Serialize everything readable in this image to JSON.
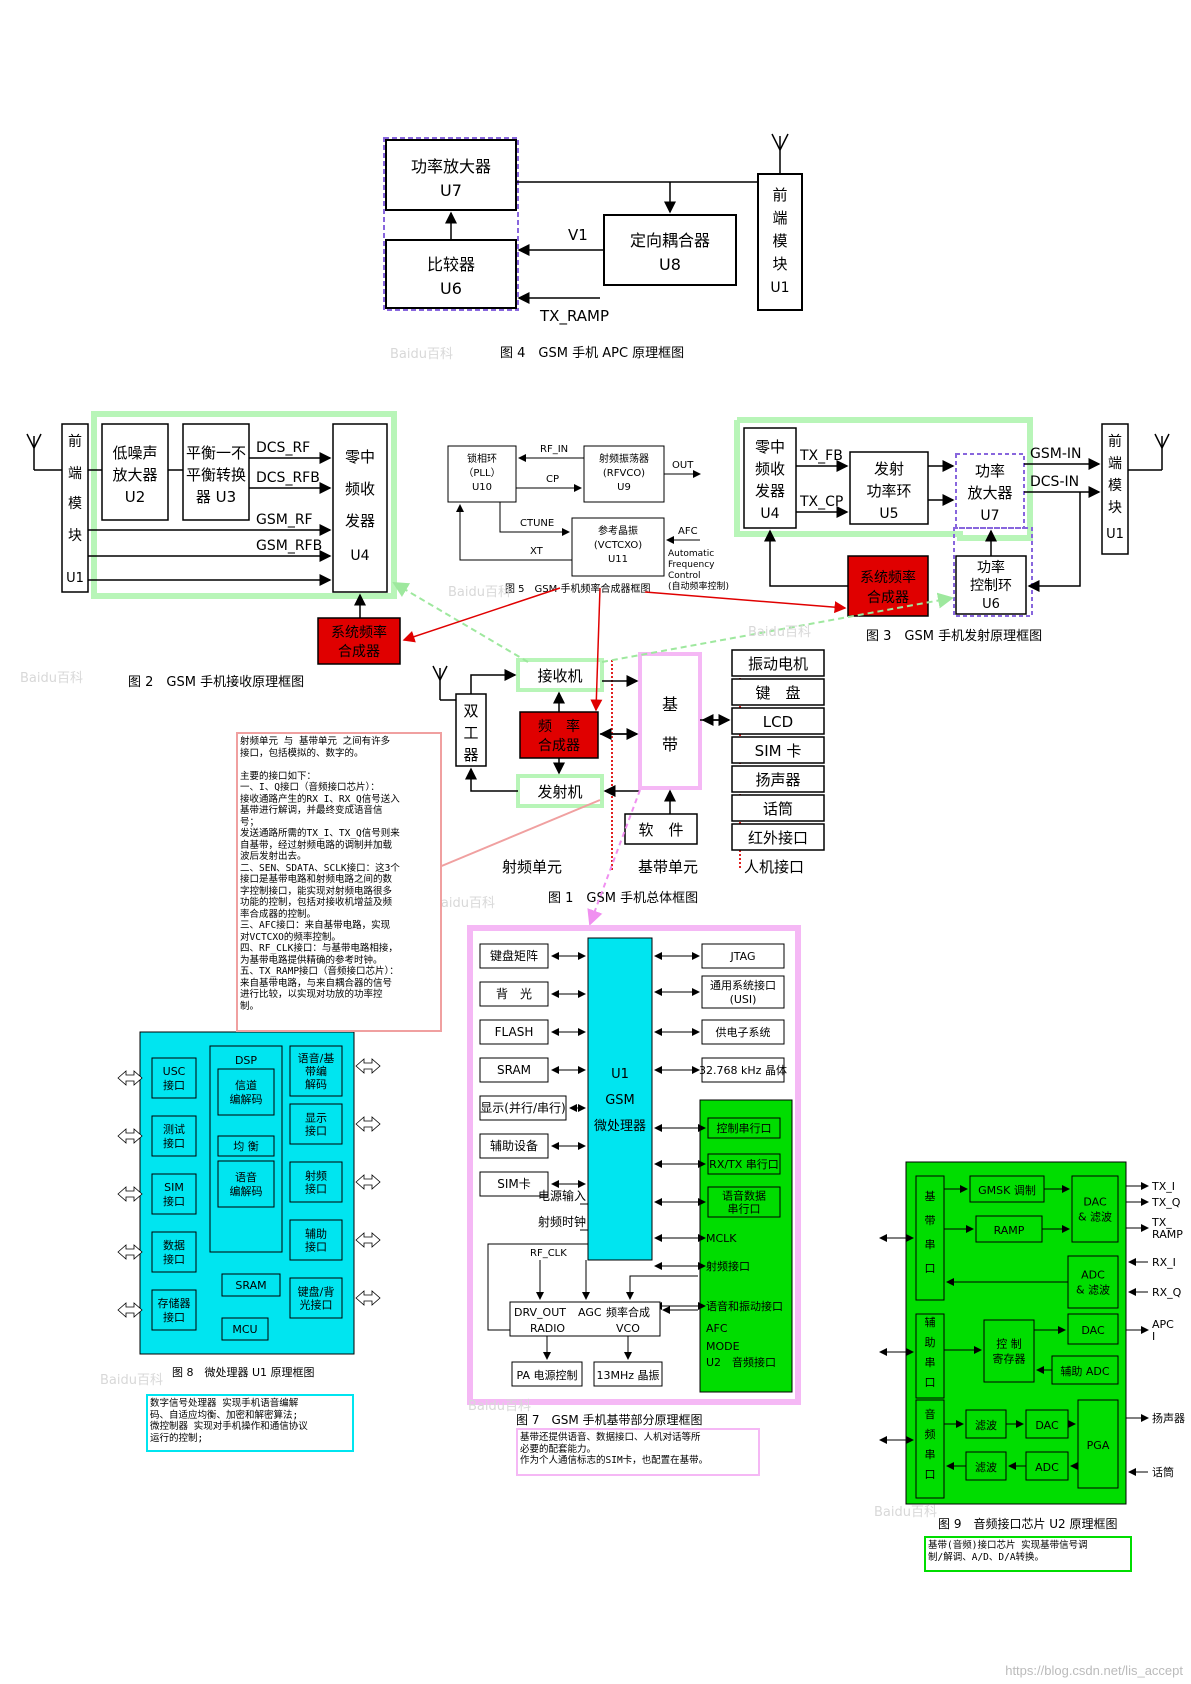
{
  "fig4": {
    "pa_l1": "功率放大器",
    "pa_l2": "U7",
    "cmp_l1": "比较器",
    "cmp_l2": "U6",
    "dc_l1": "定向耦合器",
    "dc_l2": "U8",
    "fe_chars": [
      "前",
      "端",
      "模",
      "块",
      "U1"
    ],
    "v1": "V1",
    "tx_ramp": "TX_RAMP",
    "caption": "图 4　GSM 手机 APC 原理框图"
  },
  "fig2": {
    "fe_chars": [
      "前",
      "端",
      "模",
      "块",
      "U1"
    ],
    "lna_l1": "低噪声",
    "lna_l2": "放大器",
    "lna_l3": "U2",
    "bal_l1": "平衡一不",
    "bal_l2": "平衡转换",
    "bal_l3": "器 U3",
    "dcs_rf": "DCS_RF",
    "dcs_rfb": "DCS_RFB",
    "gsm_rf": "GSM_RF",
    "gsm_rfb": "GSM_RFB",
    "zif_chars": [
      "零中",
      "频收",
      "发器",
      "U4"
    ],
    "synth_l1": "系统频率",
    "synth_l2": "合成器",
    "caption": "图 2　GSM 手机接收原理框图"
  },
  "fig5": {
    "pll_l1": "锁相环",
    "pll_l2": "（PLL）",
    "pll_l3": "U10",
    "rfvco_l1": "射频振荡器",
    "rfvco_l2": "(RFVCO)",
    "rfvco_l3": "U9",
    "vctcxo_l1": "参考晶振",
    "vctcxo_l2": "(VCTCXO)",
    "vctcxo_l3": "U11",
    "rf_in": "RF_IN",
    "cp": "CP",
    "out": "OUT",
    "ctune": "CTUNE",
    "xt": "XT",
    "afc": "AFC",
    "afc_note": [
      "Automatic",
      "Frequency",
      "Control",
      "(自动频率控制)"
    ],
    "caption": "图 5　GSM 手机频率合成器框图"
  },
  "fig3": {
    "zif_chars": [
      "零中",
      "频收",
      "发器",
      "U4"
    ],
    "tx_fb": "TX_FB",
    "tx_cp": "TX_CP",
    "loop_l1": "发射",
    "loop_l2": "功率环",
    "loop_l3": "U5",
    "pa_l1": "功率",
    "pa_l2": "放大器",
    "pa_l3": "U7",
    "gsm_in": "GSM-IN",
    "dcs_in": "DCS-IN",
    "fe_chars": [
      "前",
      "端",
      "模",
      "块",
      "U1"
    ],
    "synth_l1": "系统频率",
    "synth_l2": "合成器",
    "ctl_l1": "功率",
    "ctl_l2": "控制环",
    "ctl_l3": "U6",
    "caption": "图 3　GSM 手机发射原理框图"
  },
  "fig1": {
    "duplexer_chars": [
      "双",
      "工",
      "器"
    ],
    "rx": "接收机",
    "tx": "发射机",
    "synth_l1": "频　率",
    "synth_l2": "合成器",
    "bb_chars": [
      "基",
      "带"
    ],
    "software": "软　件",
    "hmi": [
      "振动电机",
      "键　盘",
      "LCD",
      "SIM 卡",
      "扬声器",
      "话筒",
      "红外接口"
    ],
    "rf_unit": "射频单元",
    "bb_unit": "基带单元",
    "hmi_unit": "人机接口",
    "caption": "图 1　GSM 手机总体框图"
  },
  "note_rf": "射频单元 与 基带单元 之间有许多\n接口，包括模拟的、数字的。\n\n主要的接口如下：\n一、I、Q接口（音频接口芯片）：\n接收通路产生的RX_I、RX_Q信号送入\n基带进行解调，并最终变成语音信\n号；\n发送通路所需的TX_I、TX_Q信号则来\n自基带，经过射频电路的调制并加载\n波后发射出去。\n二、SEN、SDATA、SCLK接口：这3个\n接口是基带电路和射频电路之间的数\n字控制接口，能实现对射频电路很多\n功能的控制，包括对接收机增益及频\n率合成器的控制。\n三、AFC接口：来自基带电路，实现\n对VCTCXO的频率控制。\n四、RF_CLK接口：与基带电路相接，\n为基带电路提供精确的参考时钟。\n五、TX_RAMP接口（音频接口芯片）：\n来自基带电路，与来自耦合器的信号\n进行比较，以实现对功放的功率控\n制。",
  "fig8": {
    "left": [
      "USC\n接口",
      "测试\n接口",
      "SIM\n接口",
      "数据\n接口",
      "存储器\n接口"
    ],
    "dsp": "DSP",
    "center": [
      "信道\n编解码",
      "均 衡",
      "语音\n编解码"
    ],
    "sram": "SRAM",
    "mcu": "MCU",
    "right": [
      "语音/基\n带编\n解码",
      "显示\n接口",
      "射频\n接口",
      "辅助\n接口",
      "键盘/背\n光接口"
    ],
    "caption": "图 8　微处理器 U1 原理框图",
    "note": "数字信号处理器 实现手机语音编解\n码、自适应均衡、加密和解密算法;\n微控制器 实现对手机操作和通信协议\n运行的控制;"
  },
  "fig7": {
    "left": [
      "键盘矩阵",
      "背　光",
      "FLASH",
      "SRAM",
      "显示(并行/串行)",
      "辅助设备",
      "SIM卡"
    ],
    "cpu_l1": "U1",
    "cpu_l2": "GSM",
    "cpu_l3": "微处理器",
    "right": [
      "JTAG",
      "通用系统接口\n(USI)",
      "供电子系统",
      "32.768 kHz 晶体"
    ],
    "power_in": "电源输入",
    "rf_clock": "射频时钟",
    "rf_clk": "RF_CLK",
    "drv_out": "DRV_OUT",
    "radio": "RADIO",
    "agc": "AGC",
    "synth": "频率合成",
    "vco": "VCO",
    "pa_ctrl": "PA 电源控制",
    "xtal13": "13MHz 晶振",
    "green": [
      "控制串行口",
      "RX/TX 串行口",
      "语音数据\n串行口",
      "MCLK",
      "射频接口",
      "语音和振动接口",
      "AFC",
      "MODE",
      "U2　音频接口"
    ],
    "caption": "图 7　GSM 手机基带部分原理框图",
    "note": "基带还提供语音、数据接口、人机对话等所\n必要的配套能力。\n作为个人通信标志的SIM卡，也配置在基带。"
  },
  "fig9": {
    "bb_port": [
      "基",
      "带",
      "串",
      "口"
    ],
    "aux_port": [
      "辅",
      "助",
      "串",
      "口"
    ],
    "audio_port": [
      "音",
      "频",
      "串",
      "口"
    ],
    "gmsk": "GMSK 调制",
    "ramp": "RAMP",
    "dac1": "DAC\n& 滤波",
    "adc1": "ADC\n& 滤波",
    "ctl_reg": "控 制\n寄存器",
    "dac2": "DAC",
    "aux_adc": "辅助 ADC",
    "filt1": "滤波",
    "filt2": "滤波",
    "dac3": "DAC",
    "adc3": "ADC",
    "pga": "PGA",
    "outs": [
      "TX_I",
      "TX_Q",
      "TX_\nRAMP",
      "RX_I",
      "RX_Q",
      "APC\nI",
      "扬声器",
      "话筒"
    ],
    "caption": "图 9　音频接口芯片 U2 原理框图",
    "note": "基带(音频)接口芯片 实现基带信号调\n制/解调、A/D、D/A转换。"
  },
  "watermarks": [
    "Baidu百科"
  ],
  "footer_url": "https://blog.csdn.net/lis_accept",
  "colors": {
    "green_box": "#b8f5b8",
    "red_fill": "#e00000",
    "cyan_fill": "#00e5f0",
    "green_fill": "#00dd00",
    "pink_box": "#f5b8f5",
    "violet_dash": "#8866dd",
    "note_border": "#f0a0a0"
  }
}
